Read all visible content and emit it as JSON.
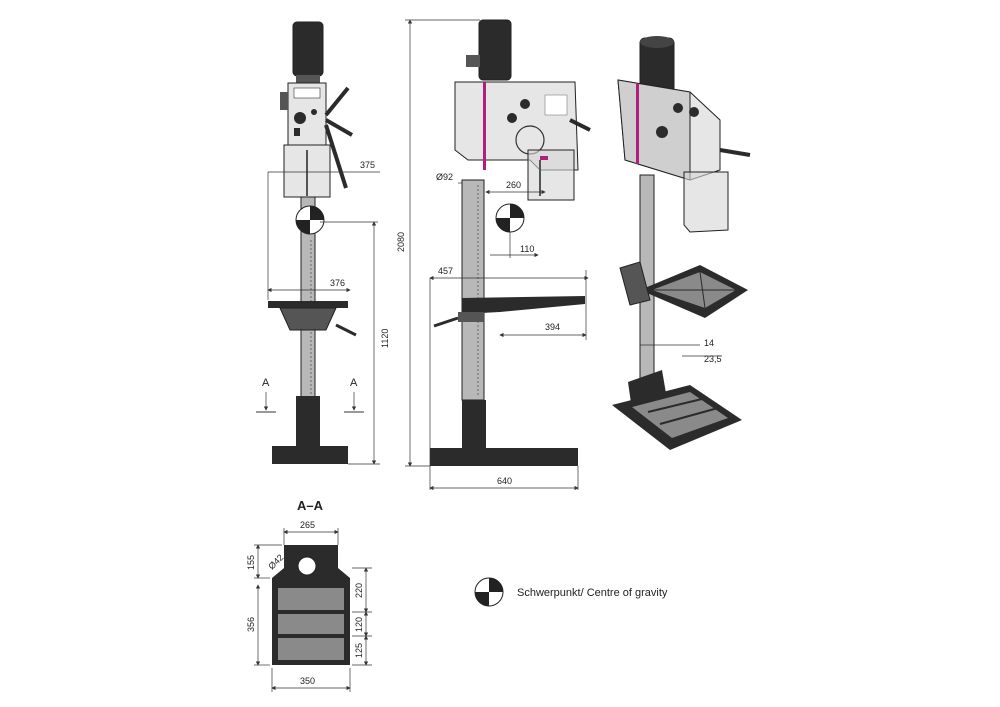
{
  "colors": {
    "dark": "#2b2b2b",
    "metal": "#b8b8b8",
    "light": "#e6e6e6",
    "accent": "#b0207a",
    "line": "#333333"
  },
  "labels": {
    "section_marker": "A",
    "section_title": "A–A",
    "cog_legend": "Schwerpunkt/ Centre of gravity"
  },
  "dims": {
    "front_375": "375",
    "front_376": "376",
    "front_1120": "1120",
    "side_2080": "2080",
    "side_d92": "Ø92",
    "side_260": "260",
    "side_110": "110",
    "side_457": "457",
    "side_394": "394",
    "side_640": "640",
    "iso_14": "14",
    "iso_23_5": "23,5",
    "base_265": "265",
    "base_155": "155",
    "base_d42": "Ø42",
    "base_220": "220",
    "base_356": "356",
    "base_120": "120",
    "base_125": "125",
    "base_350": "350"
  }
}
